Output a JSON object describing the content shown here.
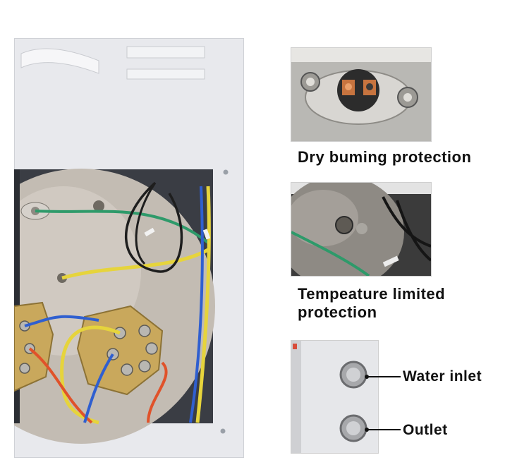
{
  "features": [
    {
      "caption": "Dry buming protection",
      "image_icon": "thermostat-photo"
    },
    {
      "caption": "Tempeature limited protection",
      "image_icon": "temperature-switch-photo"
    }
  ],
  "ports": {
    "inlet_label": "Water inlet",
    "outlet_label": "Outlet"
  },
  "colors": {
    "panel": "#e9eaee",
    "tank": "#bfb7ad",
    "brass": "#c8a75a",
    "wire_blue": "#2f5fd0",
    "wire_green": "#2e9a6a",
    "wire_yellow": "#e6d43c",
    "wire_red": "#e0522a"
  }
}
